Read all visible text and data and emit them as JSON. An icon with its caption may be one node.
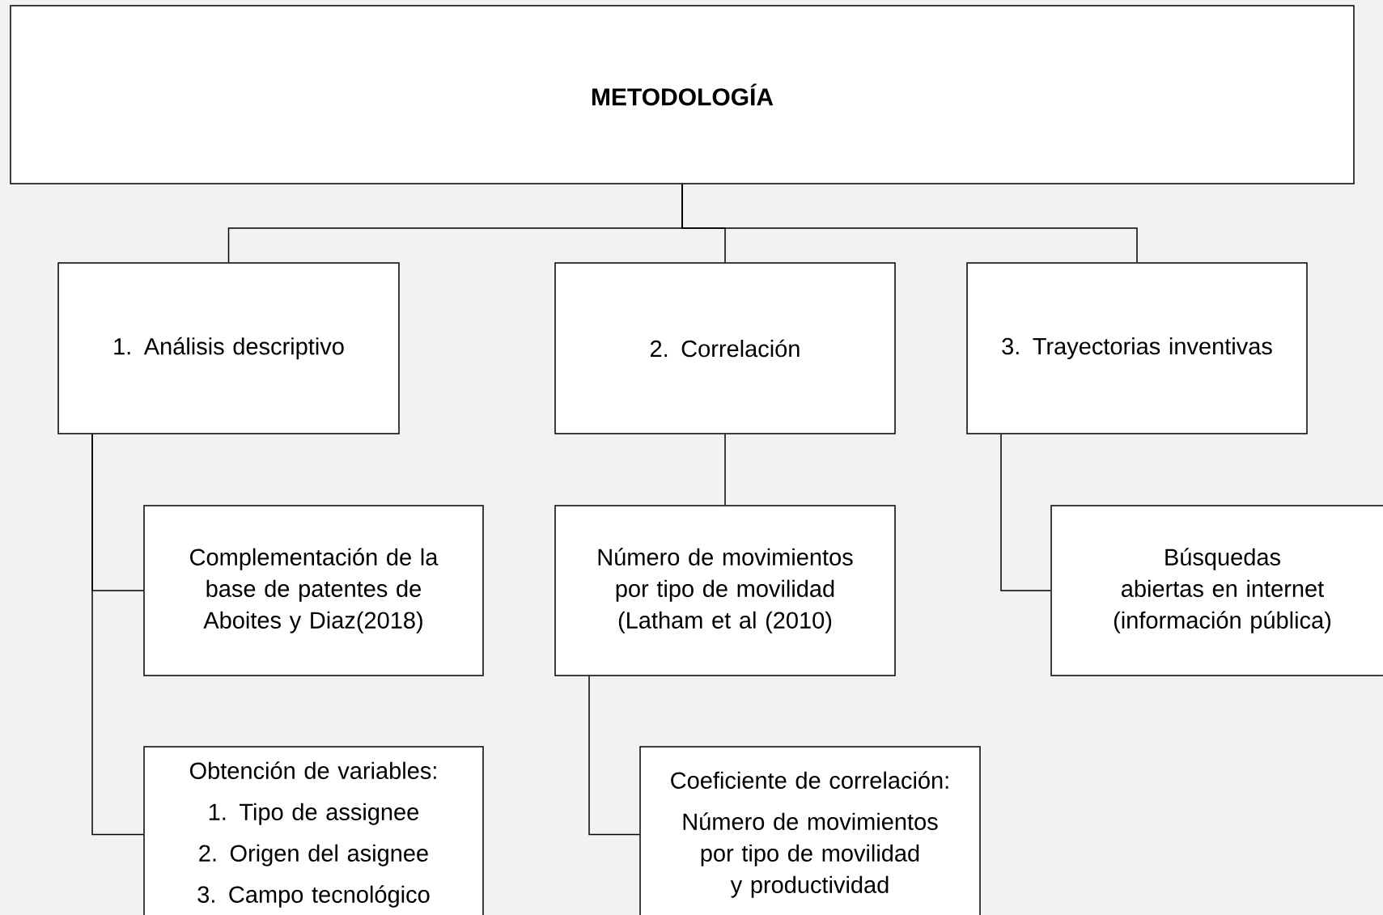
{
  "diagram": {
    "nodes": [
      {
        "text": [
          "METODOLOGÍA"
        ]
      },
      {
        "text": [
          "1. Análisis descriptivo"
        ]
      },
      {
        "text": [
          "2. Correlación"
        ]
      },
      {
        "text": [
          "3. Trayectorias inventivas"
        ]
      },
      {
        "text": [
          "Complementación de la base de patentes de Aboites y Diaz(2018)"
        ]
      },
      {
        "text": [
          "Número de movimientos por tipo de movilidad (Latham et al (2010)"
        ]
      },
      {
        "text": [
          "Búsquedas abiertas en internet (información pública)"
        ]
      },
      {
        "text": [
          "Obtención de variables:",
          "1. Tipo de assignee",
          "2. Origen del asignee",
          "3. Campo tecnológico"
        ]
      },
      {
        "text": [
          "Coeficiente de correlación:",
          "Número de movimientos por tipo de movilidad y productividad"
        ]
      }
    ],
    "edges": [
      {
        "from": 0,
        "to": 1,
        "arrow": "none"
      },
      {
        "from": 0,
        "to": 2,
        "arrow": "none"
      },
      {
        "from": 0,
        "to": 3,
        "arrow": "none"
      },
      {
        "from": 1,
        "to": 4,
        "arrow": "none"
      },
      {
        "from": 1,
        "to": 7,
        "arrow": "none"
      },
      {
        "from": 2,
        "to": 5,
        "arrow": "none"
      },
      {
        "from": 5,
        "to": 8,
        "arrow": "none"
      },
      {
        "from": 3,
        "to": 6,
        "arrow": "none"
      }
    ]
  }
}
